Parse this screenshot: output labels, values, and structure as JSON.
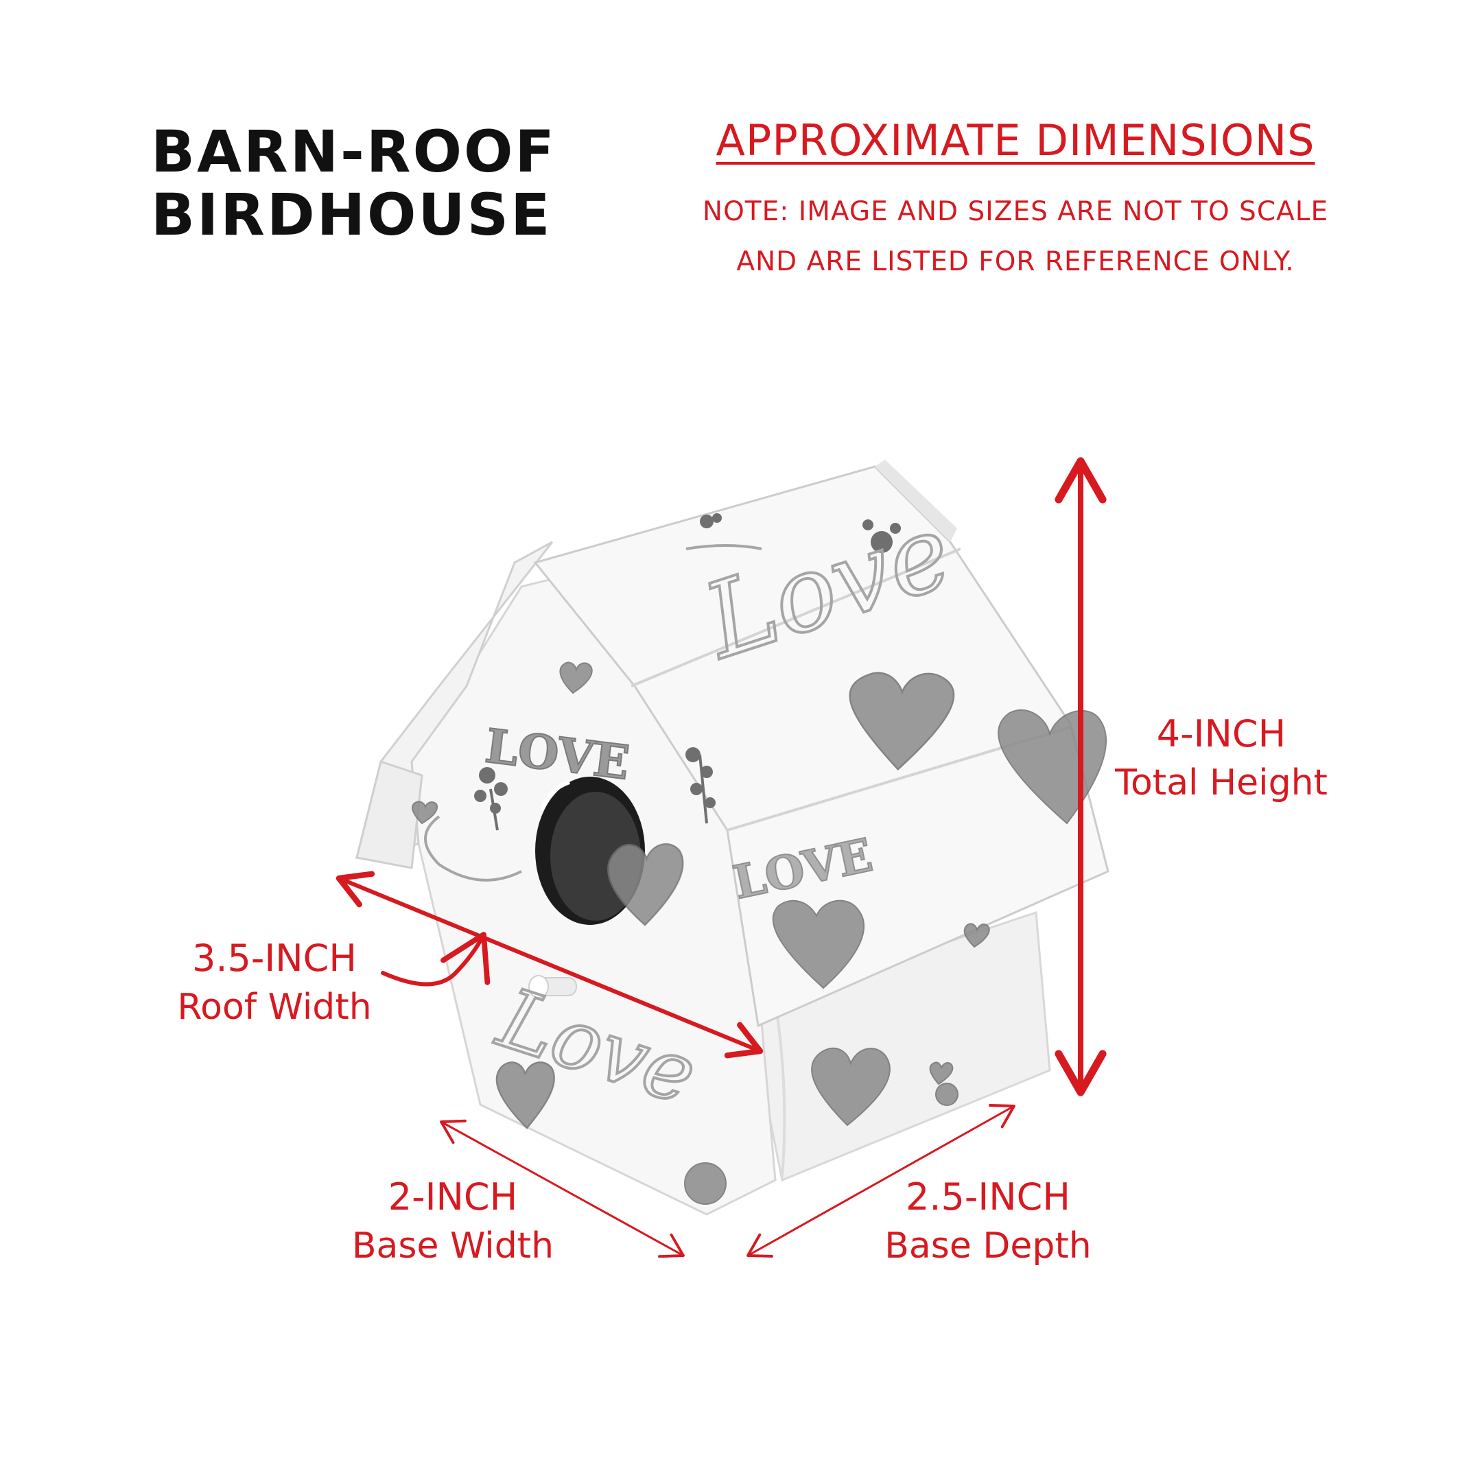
{
  "title": {
    "line1": "BARN-ROOF",
    "line2": "BIRDHOUSE"
  },
  "heading": "APPROXIMATE DIMENSIONS",
  "note": {
    "line1": "NOTE: IMAGE AND SIZES ARE NOT TO SCALE",
    "line2": "AND ARE LISTED FOR REFERENCE ONLY."
  },
  "dimensions": {
    "height": {
      "value": "4-INCH",
      "label": "Total Height"
    },
    "roof": {
      "value": "3.5-INCH",
      "label": "Roof Width"
    },
    "base_width": {
      "value": "2-INCH",
      "label": "Base Width"
    },
    "base_depth": {
      "value": "2.5-INCH",
      "label": "Base Depth"
    }
  },
  "house_text": {
    "stamp": "LOVE",
    "script": "Love"
  },
  "colors": {
    "accent": "#d71920",
    "text": "#111111"
  }
}
